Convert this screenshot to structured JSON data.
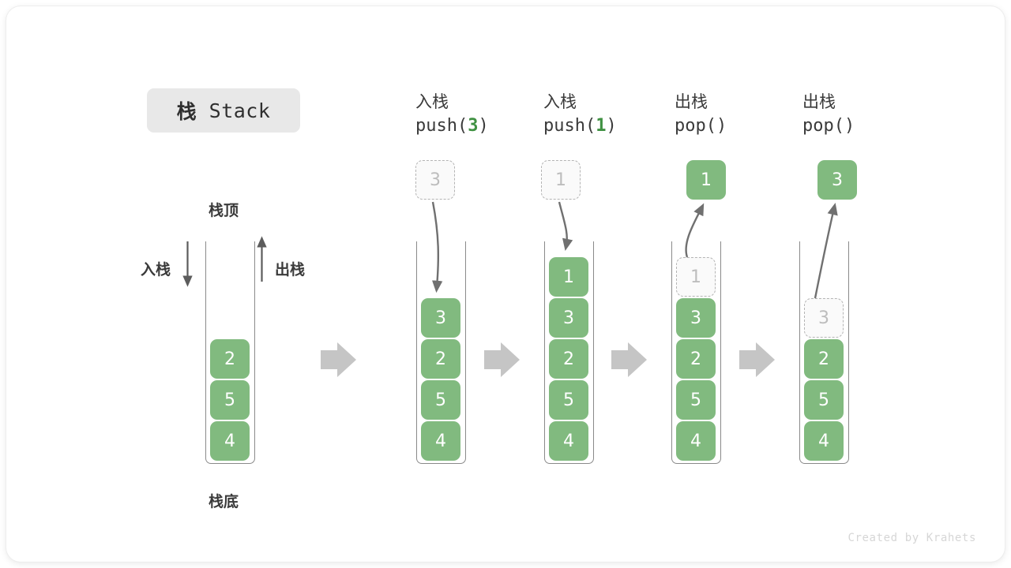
{
  "title": {
    "cn": "栈",
    "en": "Stack"
  },
  "legend": {
    "top_label": "栈顶",
    "bottom_label": "栈底",
    "push_label": "入栈",
    "pop_label": "出栈"
  },
  "colors": {
    "box_green": "#81ba7f",
    "ghost_fill": "#fafafa",
    "ghost_border": "#b4b4b4",
    "ghost_text": "#bdbdbd",
    "tube_border": "#8a8a8a",
    "flow_arrow": "#c5c5c5",
    "curve_arrow": "#707070",
    "badge_bg": "#e8e8e8",
    "text": "#3a3a3a",
    "accent_green_text": "#3f9142"
  },
  "columns": [
    {
      "id": "initial",
      "head_cn": "",
      "head_code_pre": "",
      "head_code_arg": "",
      "head_code_post": "",
      "stack": [
        "2",
        "5",
        "4"
      ],
      "ghost": null,
      "floating": null
    },
    {
      "id": "push-3",
      "head_cn": "入栈",
      "head_code_pre": "push(",
      "head_code_arg": "3",
      "head_code_post": ")",
      "stack": [
        "3",
        "2",
        "5",
        "4"
      ],
      "ghost": {
        "value": "3",
        "position": "above-tube"
      },
      "floating": null
    },
    {
      "id": "push-1",
      "head_cn": "入栈",
      "head_code_pre": "push(",
      "head_code_arg": "1",
      "head_code_post": ")",
      "stack": [
        "1",
        "3",
        "2",
        "5",
        "4"
      ],
      "ghost": {
        "value": "1",
        "position": "above-tube"
      },
      "floating": null
    },
    {
      "id": "pop-1",
      "head_cn": "出栈",
      "head_code_pre": "pop(",
      "head_code_arg": "",
      "head_code_post": ")",
      "stack": [
        "3",
        "2",
        "5",
        "4"
      ],
      "ghost": {
        "value": "1",
        "position": "in-tube-top"
      },
      "floating": {
        "value": "1"
      }
    },
    {
      "id": "pop-3",
      "head_cn": "出栈",
      "head_code_pre": "pop(",
      "head_code_arg": "",
      "head_code_post": ")",
      "stack": [
        "2",
        "5",
        "4"
      ],
      "ghost": {
        "value": "3",
        "position": "in-tube-second"
      },
      "floating": {
        "value": "3"
      }
    }
  ],
  "footer": "Created by Krahets"
}
